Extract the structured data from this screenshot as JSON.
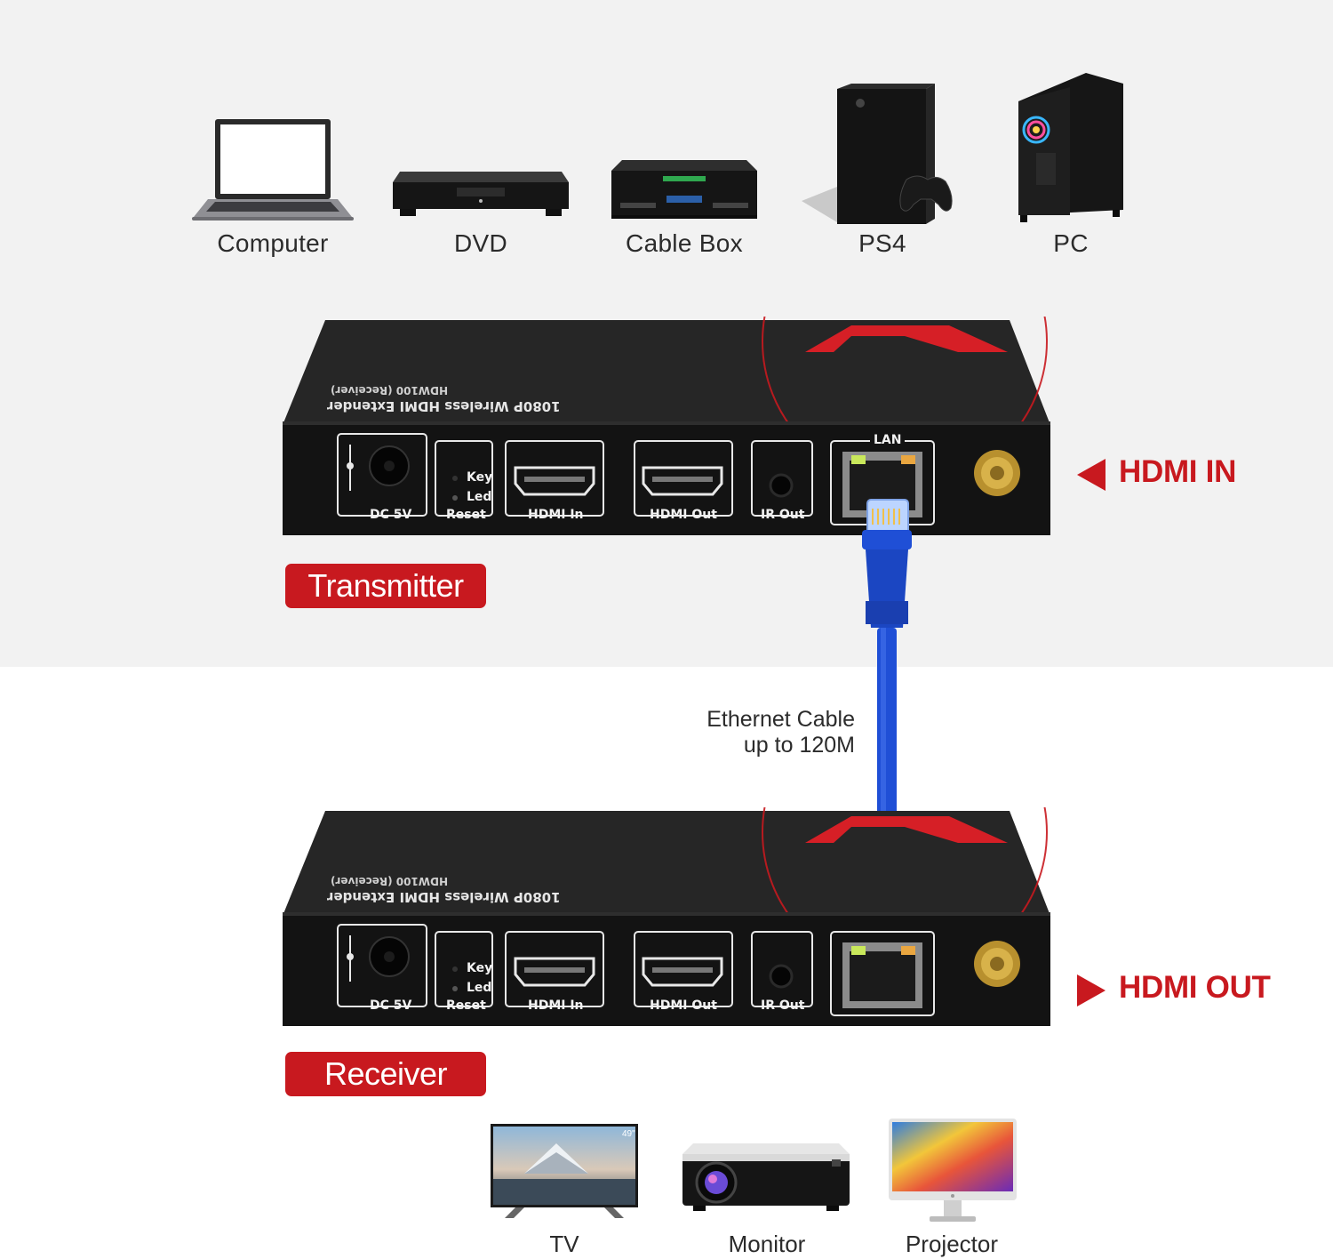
{
  "sources": [
    {
      "label": "Computer",
      "icon": "laptop-icon"
    },
    {
      "label": "DVD",
      "icon": "dvd-player-icon"
    },
    {
      "label": "Cable Box",
      "icon": "cable-box-icon"
    },
    {
      "label": "PS4",
      "icon": "game-console-icon"
    },
    {
      "label": "PC",
      "icon": "pc-tower-icon"
    }
  ],
  "transmitter": {
    "badge": "Transmitter",
    "callout": "HDMI IN",
    "ports": {
      "dc": "DC 5V",
      "key": "Key",
      "led": "Led",
      "reset": "Reset",
      "hdmi_in": "HDMI In",
      "hdmi_out": "HDMI Out",
      "ir_out": "IR Out",
      "lan": "LAN"
    },
    "top_text_1": "1080P Wireless HDMI Extender",
    "top_text_2": "HDW100 (Receiver)"
  },
  "receiver": {
    "badge": "Receiver",
    "callout": "HDMI OUT",
    "ports": {
      "dc": "DC 5V",
      "key": "Key",
      "led": "Led",
      "reset": "Reset",
      "hdmi_in": "HDMI In",
      "hdmi_out": "HDMI Out",
      "ir_out": "IR Out"
    },
    "top_text_1": "1080P Wireless HDMI Extender",
    "top_text_2": "HDW100 (Receiver)"
  },
  "cable": {
    "line1": "Ethernet Cable",
    "line2": "up to 120M",
    "color": "#1f4fd6"
  },
  "sinks": [
    {
      "label": "TV",
      "icon": "tv-icon",
      "badge": "49\""
    },
    {
      "label": "Monitor",
      "icon": "projector-icon"
    },
    {
      "label": "Projector",
      "icon": "monitor-icon"
    }
  ],
  "colors": {
    "accent": "#c8191f",
    "device_body": "#1b1b1b",
    "background_top": "#f2f2f2"
  }
}
